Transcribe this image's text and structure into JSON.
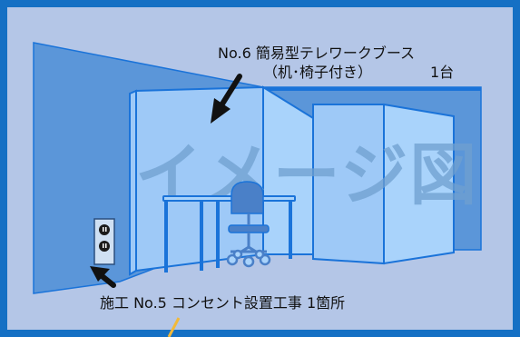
{
  "colors": {
    "frame": "#1570c4",
    "background": "#b4c6e7",
    "wall_dark": "#5b96d9",
    "glass": "#9ec9f7",
    "glass_bright": "#a9d3fb",
    "outline": "#1a73d9",
    "chair": "#4a80c8",
    "watermark": "#6f9fcf",
    "text": "#111111",
    "leader_line": "#f1b93a"
  },
  "labels": {
    "booth_line1": "No.6  簡易型テレワークブース",
    "booth_line2": "（机･椅子付き）",
    "booth_qty": "1台",
    "outlet_line": "施工  No.5  コンセント設置工事  1箇所"
  },
  "watermark": "イメージ図",
  "icons": {
    "booth_arrow": "arrow-down-left-icon",
    "outlet_arrow": "arrow-up-left-icon",
    "outlet": "electrical-outlet-icon"
  }
}
